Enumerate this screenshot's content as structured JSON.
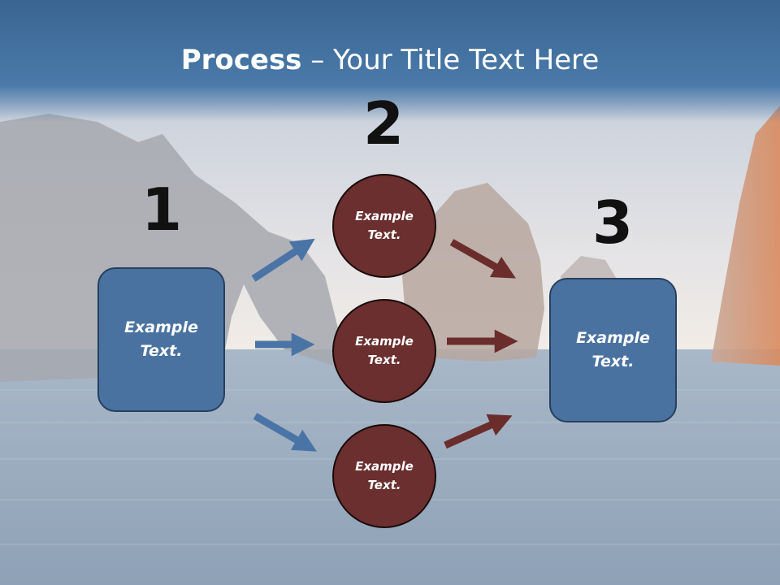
{
  "title": {
    "bold": "Process",
    "rest": " – Your Title Text Here"
  },
  "steps": {
    "one": "1",
    "two": "2",
    "three": "3"
  },
  "nodes": {
    "left": "Example Text.",
    "mid_top": "Example Text.",
    "mid_center": "Example Text.",
    "mid_bottom": "Example Text.",
    "right": "Example Text."
  },
  "colors": {
    "blue_box": "#4a72a0",
    "red_circle": "#6a2f2e",
    "title_bar": "#4a7aa9",
    "blue_arrow": "#4a74a6",
    "red_arrow": "#6b2d2c"
  }
}
